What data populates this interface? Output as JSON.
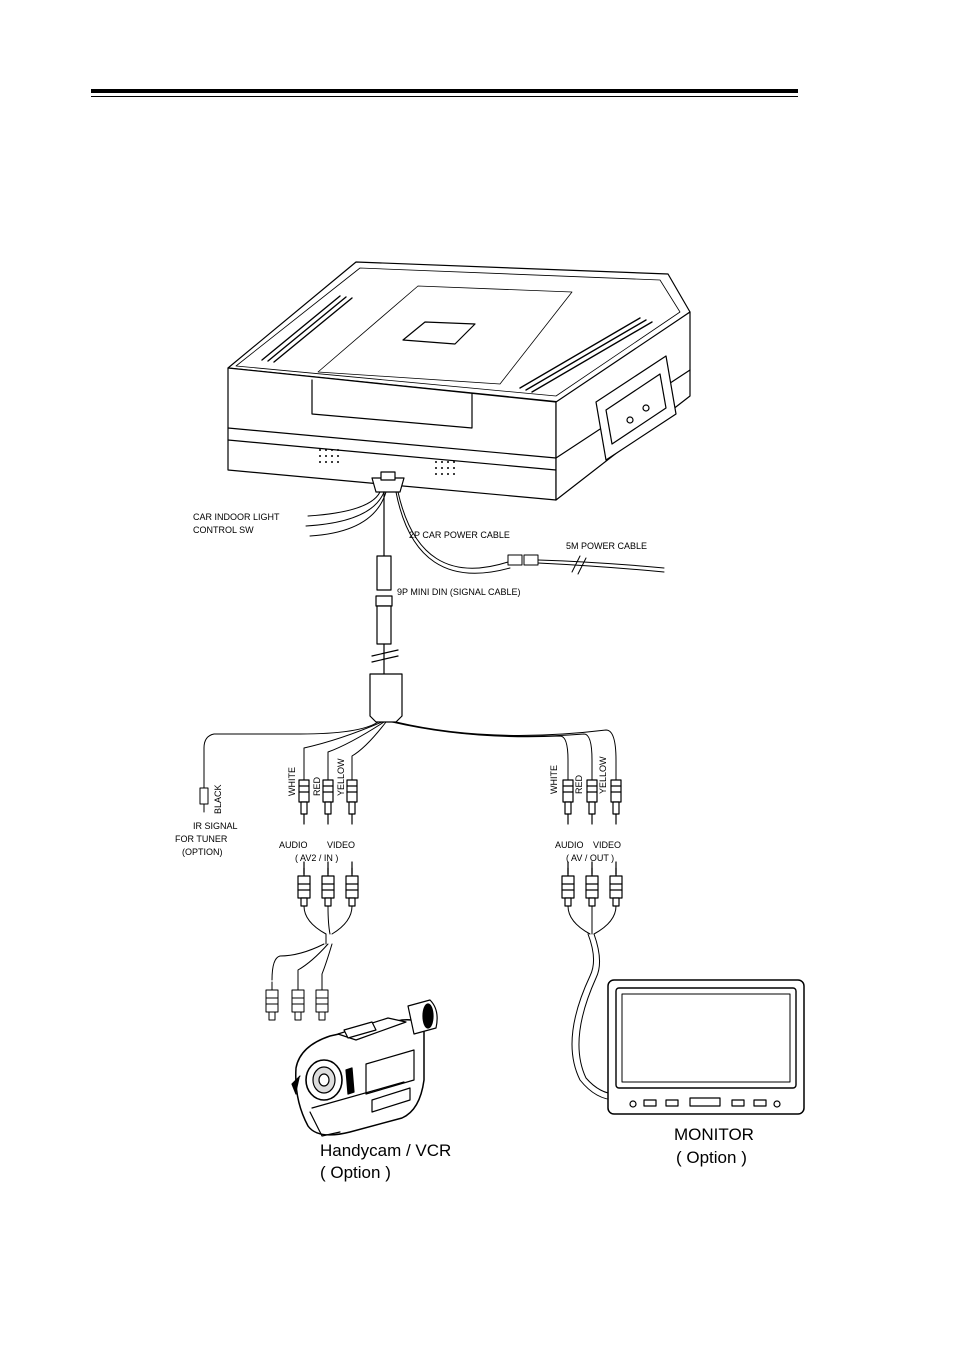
{
  "labels": {
    "car_indoor_light": "CAR INDOOR LIGHT",
    "control_sw": "CONTROL SW",
    "car_power_cable": "2P CAR POWER CABLE",
    "power_cable_5m": "5M POWER CABLE",
    "mini_din": "9P MINI DIN (SIGNAL CABLE)",
    "black": "BLACK",
    "ir_signal": "IR SIGNAL",
    "for_tuner": "FOR TUNER",
    "option_small": "(OPTION)",
    "white": "WHITE",
    "red": "RED",
    "yellow": "YELLOW",
    "audio": "AUDIO",
    "video": "VIDEO",
    "av2_in": "( AV2 / IN )",
    "av_out": "( AV / OUT )",
    "handycam": "Handycam / VCR",
    "handycam_option": "( Option )",
    "monitor": "MONITOR",
    "monitor_option": "( Option )"
  }
}
